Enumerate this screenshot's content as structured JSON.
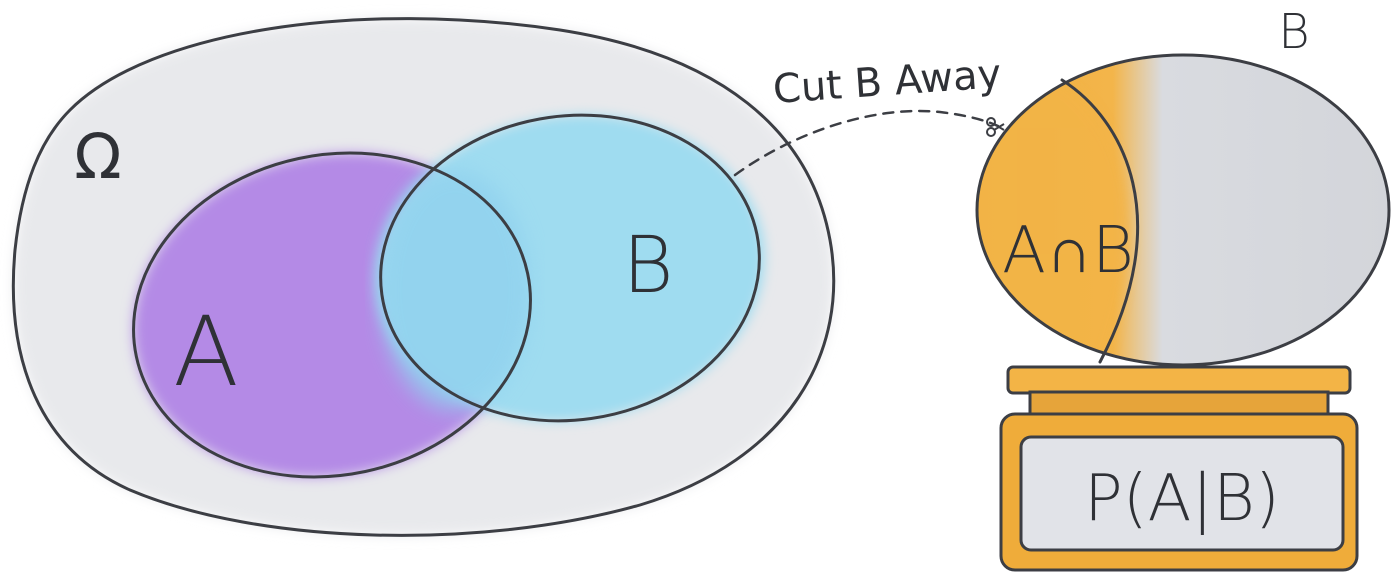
{
  "labels": {
    "omega": "Ω",
    "set_a": "A",
    "set_b": "B",
    "cut_caption": "Cut B Away",
    "egg_b": "B",
    "intersection": "A∩B",
    "display": "P(A|B)"
  },
  "colors": {
    "omega_fill": "#e8e9ec",
    "set_a_fill": "#b48ae6",
    "set_b_fill": "#9fdcf0",
    "overlap_fill": "#8fd0ee",
    "egg_fill": "#d9dbe0",
    "intersection_fill": "#f3b446",
    "scale_fill": "#efac3a",
    "display_fill": "#e1e3e8",
    "outline": "#3c3e44"
  }
}
